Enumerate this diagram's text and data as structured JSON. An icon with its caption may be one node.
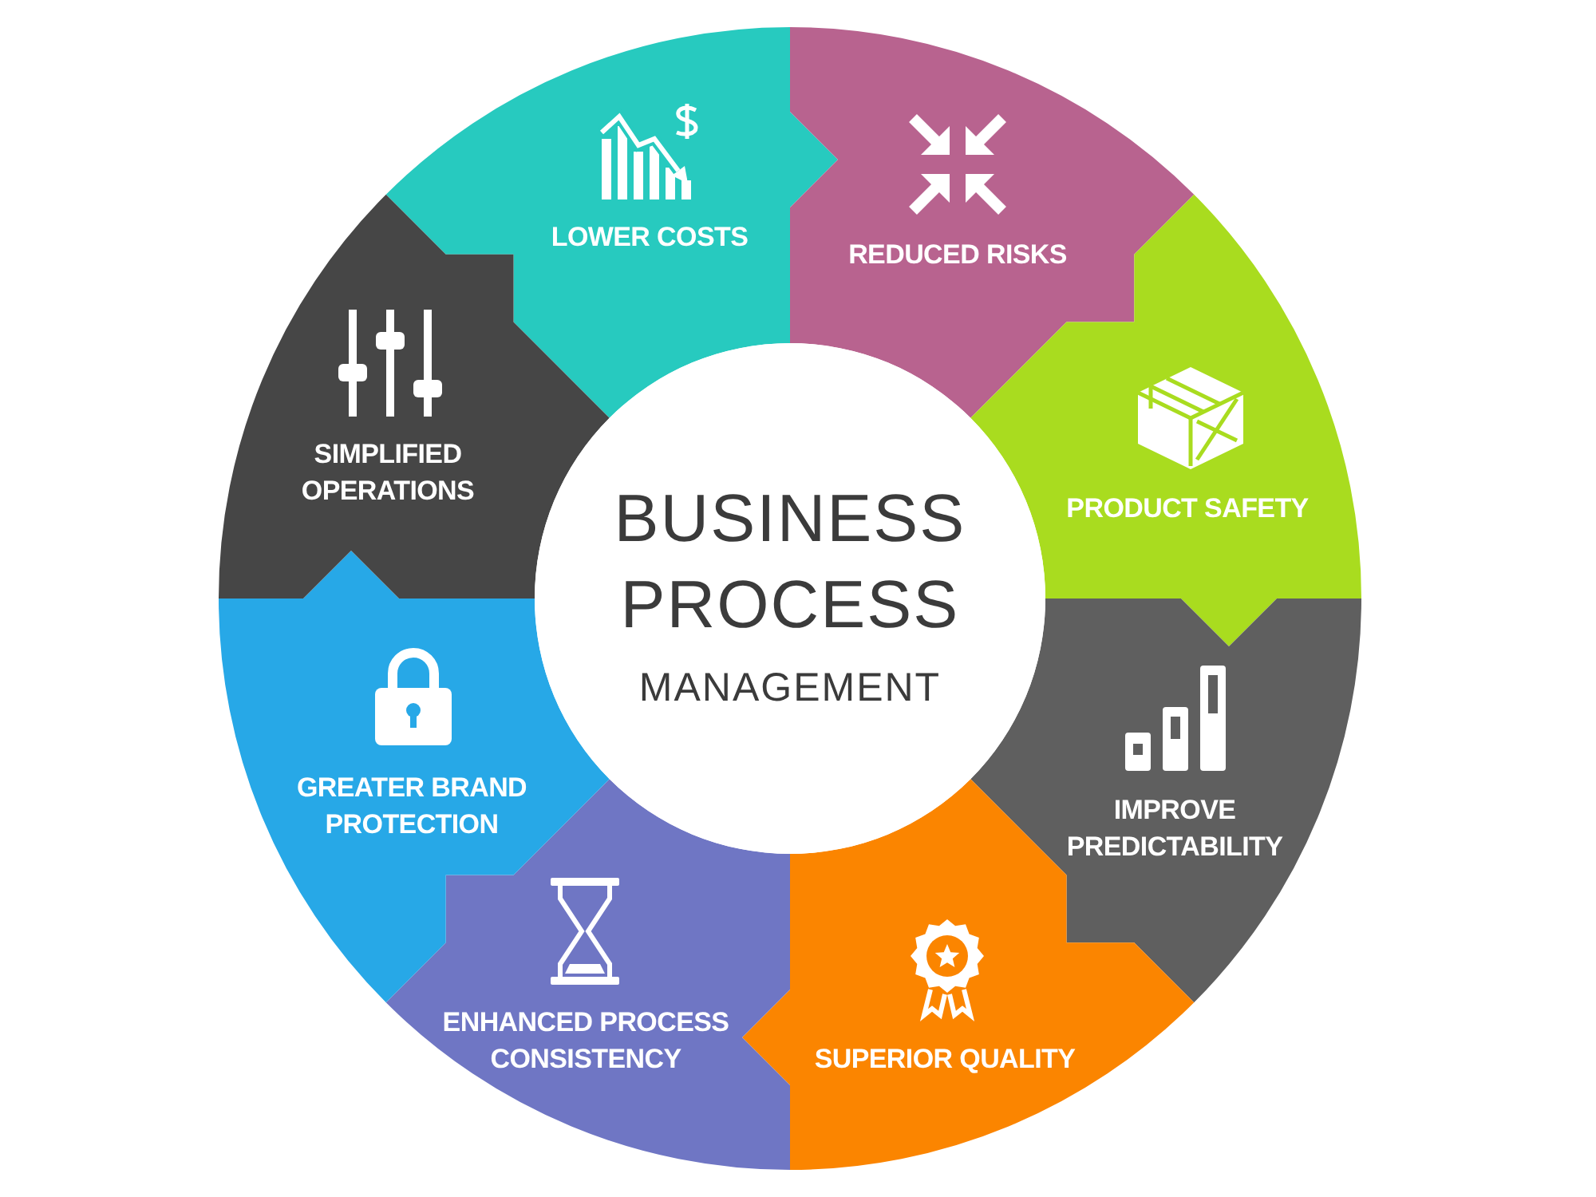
{
  "diagram": {
    "nodes": [
      {
        "text": [
          "BUSINESS PROCESS",
          "MANAGEMENT"
        ]
      },
      {
        "text": [
          "LOWER COSTS"
        ]
      },
      {
        "text": [
          "REDUCED RISKS"
        ]
      },
      {
        "text": [
          "PRODUCT SAFETY"
        ]
      },
      {
        "text": [
          "IMPROVE PREDICTABILITY"
        ]
      },
      {
        "text": [
          "SUPERIOR QUALITY"
        ]
      },
      {
        "text": [
          "ENHANCED PROCESS CONSISTENCY"
        ]
      },
      {
        "text": [
          "GREATER BRAND PROTECTION"
        ]
      },
      {
        "text": [
          "SIMPLIFIED OPERATIONS"
        ]
      }
    ]
  }
}
